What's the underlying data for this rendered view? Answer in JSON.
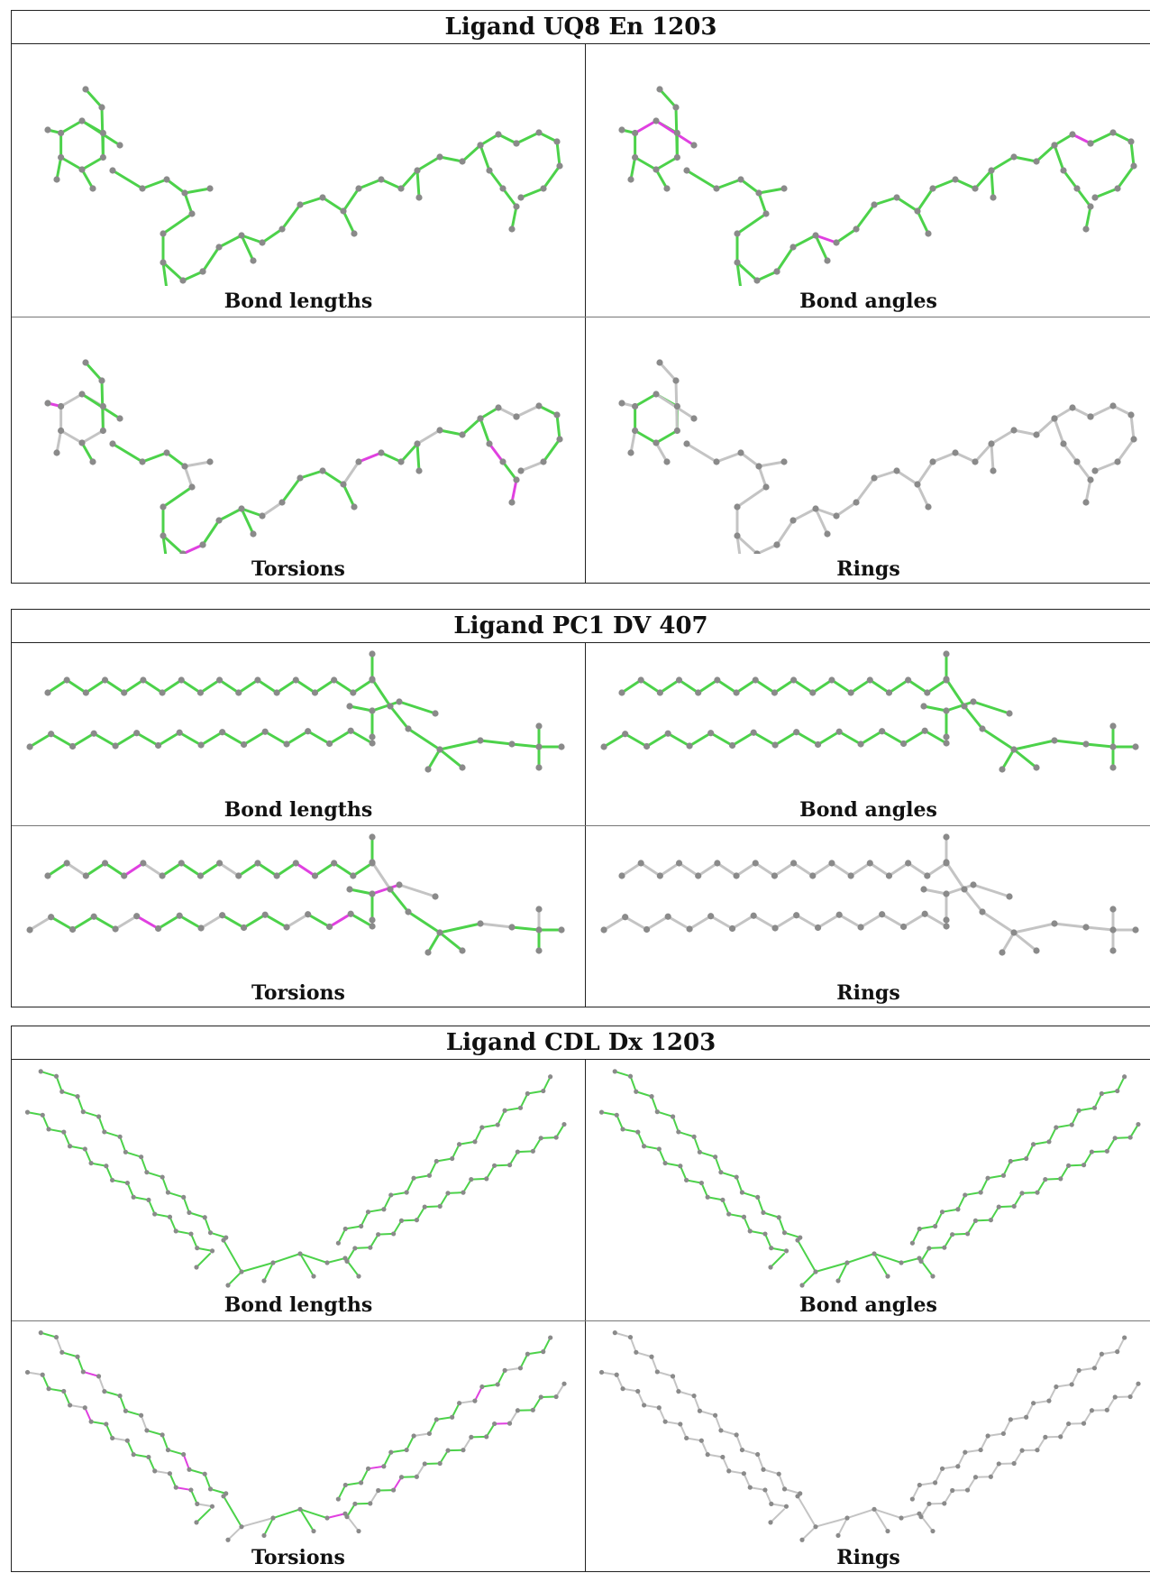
{
  "colors": {
    "ok": "#4cd24a",
    "flag": "#e040e0",
    "plain": "#c4c4c4",
    "atom": "#8a8a8a"
  },
  "figures": [
    {
      "title": "Ligand UQ8 En 1203",
      "cells": [
        {
          "caption": "Bond lengths",
          "render": "all-ok"
        },
        {
          "caption": "Bond angles",
          "render": "angles"
        },
        {
          "caption": "Torsions",
          "render": "torsions"
        },
        {
          "caption": "Rings",
          "render": "rings"
        }
      ]
    },
    {
      "title": "Ligand PC1 DV 407",
      "cells": [
        {
          "caption": "Bond lengths",
          "render": "all-ok"
        },
        {
          "caption": "Bond angles",
          "render": "all-ok"
        },
        {
          "caption": "Torsions",
          "render": "torsions"
        },
        {
          "caption": "Rings",
          "render": "rings"
        }
      ]
    },
    {
      "title": "Ligand CDL Dx 1203",
      "cells": [
        {
          "caption": "Bond lengths",
          "render": "all-ok"
        },
        {
          "caption": "Bond angles",
          "render": "all-ok"
        },
        {
          "caption": "Torsions",
          "render": "torsions"
        },
        {
          "caption": "Rings",
          "render": "rings"
        }
      ]
    }
  ]
}
